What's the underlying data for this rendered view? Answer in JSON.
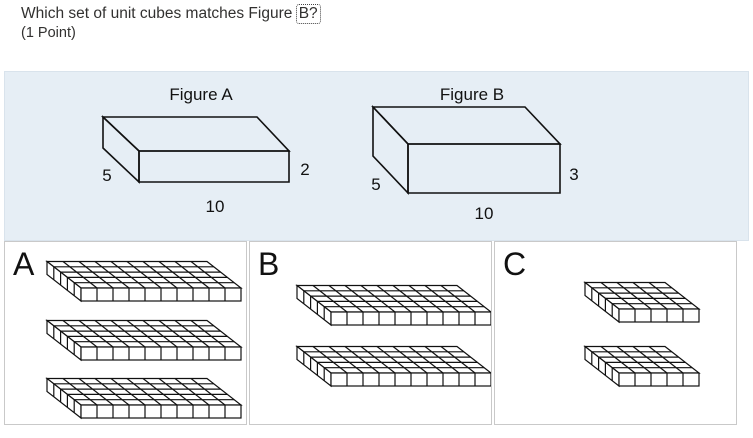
{
  "question": {
    "text_lead": "Which set of unit cubes matches Figure ",
    "text_tail": "B?",
    "points": "(1 Point)"
  },
  "figures": [
    {
      "name": "Figure A",
      "depth_label": "5",
      "width_label": "10",
      "height_label": "2"
    },
    {
      "name": "Figure B",
      "depth_label": "5",
      "width_label": "10",
      "height_label": "3"
    }
  ],
  "options": [
    {
      "letter": "A",
      "layers": 3,
      "grid": "10x5"
    },
    {
      "letter": "B",
      "layers": 2,
      "grid": "10x5"
    },
    {
      "letter": "C",
      "layers": 2,
      "grid": "5x5"
    }
  ]
}
